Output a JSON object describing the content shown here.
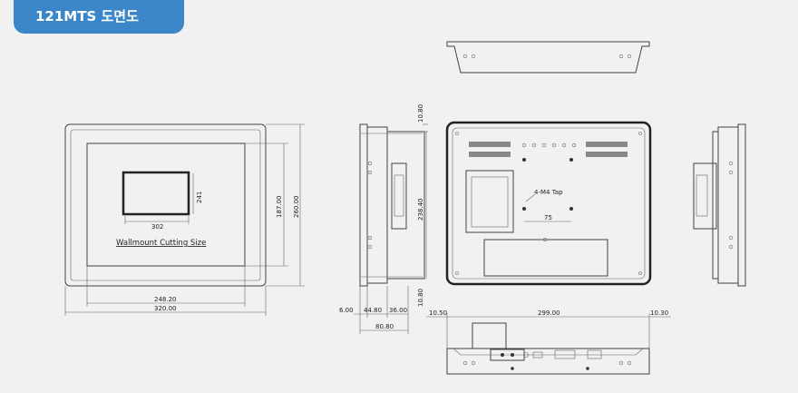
{
  "header": {
    "title": "121MTS 도면도"
  },
  "front_view": {
    "cutout_width": "302",
    "cutout_height": "241",
    "caption": "Wallmount Cutting Size",
    "bezel_inner_height": "187.00",
    "outer_height": "260.00",
    "inner_width": "248.20",
    "outer_width": "320.00"
  },
  "side_view": {
    "top_offset": "10.80",
    "height": "238.40",
    "bottom_offset": "10.80",
    "depth_a": "6.00",
    "depth_b": "44.80",
    "depth_c": "36.00",
    "depth_total": "80.80"
  },
  "rear_view": {
    "tap_label": "4-M4 Tap",
    "tap_spacing": "75"
  },
  "bottom_view": {
    "left_offset": "10.50",
    "width": "299.00",
    "right_offset": "10.30"
  }
}
